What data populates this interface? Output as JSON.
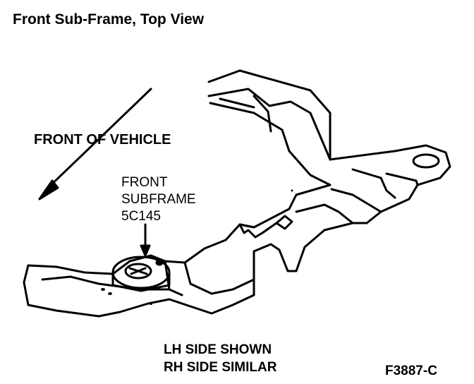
{
  "title": "Front Sub-Frame, Top View",
  "direction_label": "FRONT OF VEHICLE",
  "part_label": {
    "line1": "FRONT",
    "line2": "SUBFRAME",
    "line3": "5C145"
  },
  "note": {
    "line1": "LH SIDE SHOWN",
    "line2": "RH SIDE SIMILAR"
  },
  "figure_id": "F3887-C"
}
